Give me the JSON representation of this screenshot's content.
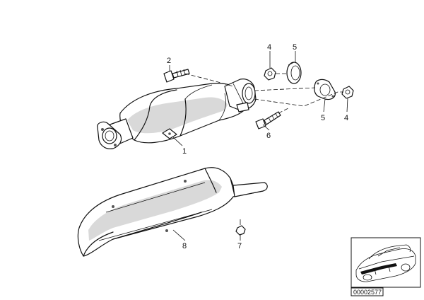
{
  "parts": [
    {
      "id": "catalytic-converter",
      "label": "1"
    },
    {
      "id": "bolt",
      "label": "2"
    },
    {
      "id": "nut-top",
      "label": "4"
    },
    {
      "id": "nut-right",
      "label": "4"
    },
    {
      "id": "gasket-ring",
      "label": "5"
    },
    {
      "id": "flange-gasket",
      "label": "5"
    },
    {
      "id": "screw",
      "label": "6"
    },
    {
      "id": "nut-small",
      "label": "7"
    },
    {
      "id": "heat-shield",
      "label": "8"
    }
  ],
  "reference": {
    "number": "00002577"
  }
}
